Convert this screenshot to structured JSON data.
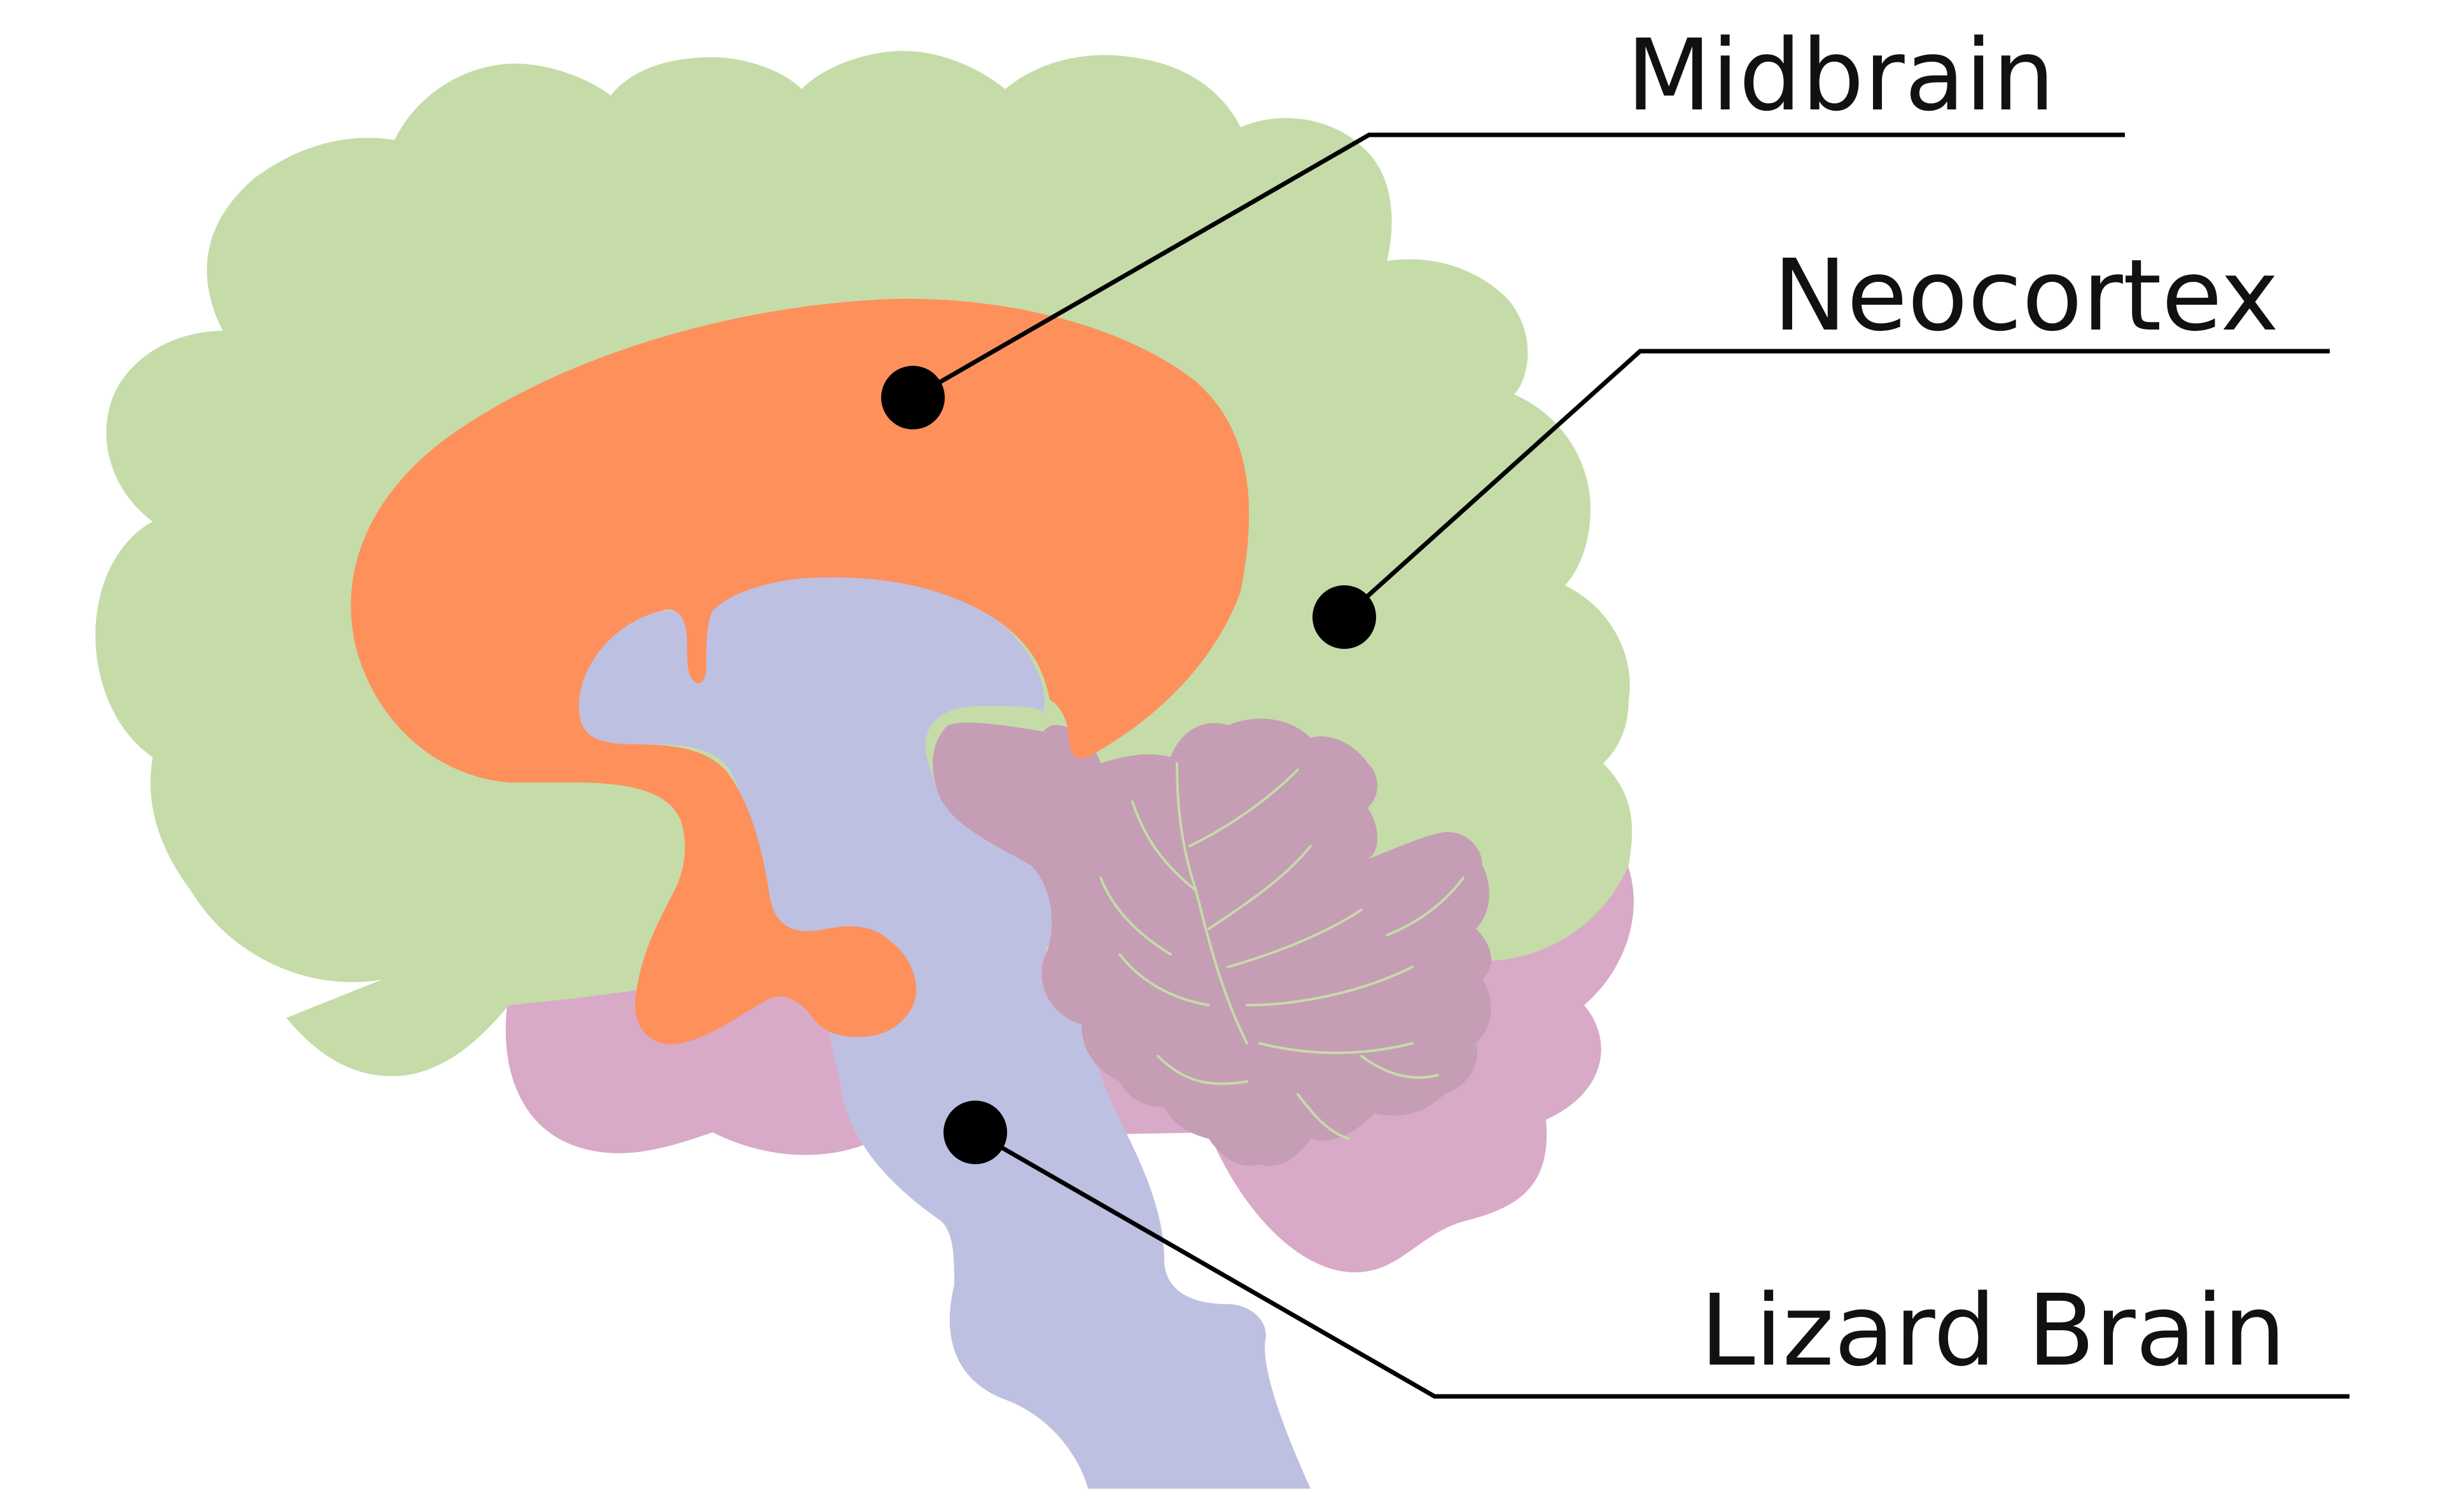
{
  "labels": {
    "midbrain": "Midbrain",
    "neocortex": "Neocortex",
    "lizard_brain": "Lizard Brain"
  },
  "colors": {
    "neocortex": "#c5dca8",
    "limbic_lower": "#d8aac8",
    "midbrain": "#fe905c",
    "brainstem": "#bec0e1",
    "cerebellum": "#c59db5",
    "cerebellum_veins": "#c5dca8",
    "leader_lines": "#000000",
    "marker_dots": "#000000",
    "background": "#ffffff"
  }
}
